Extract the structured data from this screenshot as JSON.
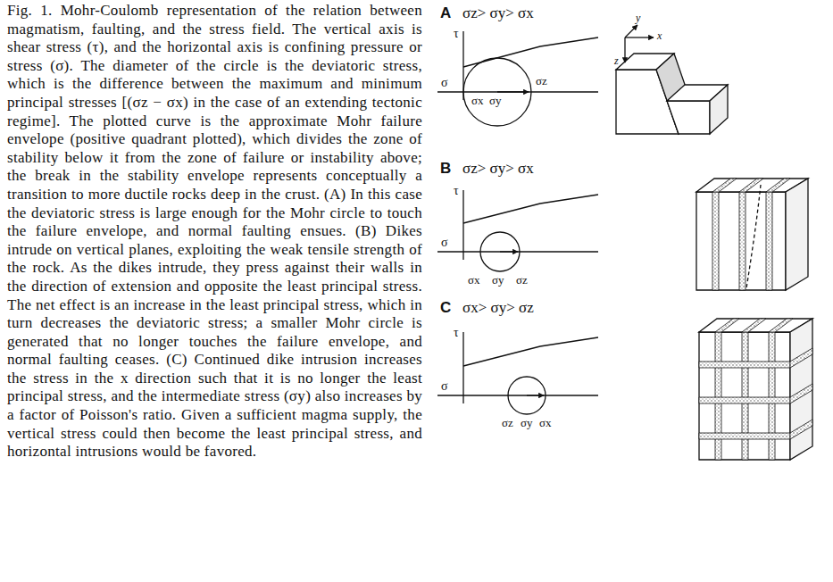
{
  "diagram": {
    "caption": "Fig. 1. Mohr-Coulomb representation of the relation between magmatism, faulting, and the stress field. The vertical axis is shear stress (τ), and the horizontal axis is confining pressure or stress (σ). The diameter of the circle is the deviatoric stress, which is the difference between the maximum and minimum principal stresses [(σz − σx) in the case of an extending tectonic regime]. The plotted curve is the approximate Mohr failure envelope (positive quadrant plotted), which divides the zone of stability below it from the zone of failure or instability above; the break in the stability envelope represents conceptually a transition to more ductile rocks deep in the crust. (A) In this case the deviatoric stress is large enough for the Mohr circle to touch the failure envelope, and normal faulting ensues. (B) Dikes intrude on vertical planes, exploiting the weak tensile strength of the rock. As the dikes intrude, they press against their walls in the direction of extension and opposite the least principal stress. The net effect is an increase in the least principal stress, which in turn decreases the deviatoric stress; a smaller Mohr circle is generated that no longer touches the failure envelope, and normal faulting ceases. (C) Continued dike intrusion increases the stress in the x direction such that it is no longer the least principal stress, and the intermediate stress (σy) also increases by a factor of Poisson's ratio. Given a sufficient magma supply, the vertical stress could then become the least principal stress, and horizontal intrusions would be favored.",
    "labels": [
      "A",
      "σz> σy> σx",
      "τ",
      "σ",
      "σx",
      "σy",
      "σz",
      "y",
      "x",
      "z",
      "B",
      "σz> σy> σx",
      "τ",
      "σ",
      "σx",
      "σy",
      "σz",
      "C",
      "σx> σy> σz",
      "τ",
      "σ",
      "σz",
      "σy",
      "σx"
    ]
  }
}
